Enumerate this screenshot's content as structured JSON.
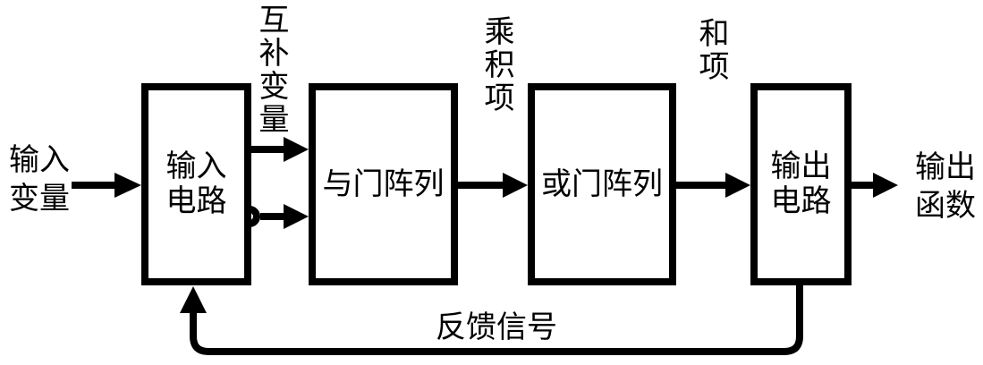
{
  "diagram": {
    "background_color": "#ffffff",
    "line_color": "#000000",
    "blocks": [
      {
        "id": "input-circuit",
        "label": "输入\n电路"
      },
      {
        "id": "and-gate-array",
        "label": "与门阵列"
      },
      {
        "id": "or-gate-array",
        "label": "或门阵列"
      },
      {
        "id": "output-circuit",
        "label": "输出\n电路"
      }
    ],
    "annotations": {
      "input_variables": "输入\n变量",
      "complement_variables": "互补变量",
      "product_terms": "乘积项",
      "sum_terms": "和项",
      "output_functions": "输出\n函数",
      "feedback_signal": "反馈信号"
    }
  }
}
